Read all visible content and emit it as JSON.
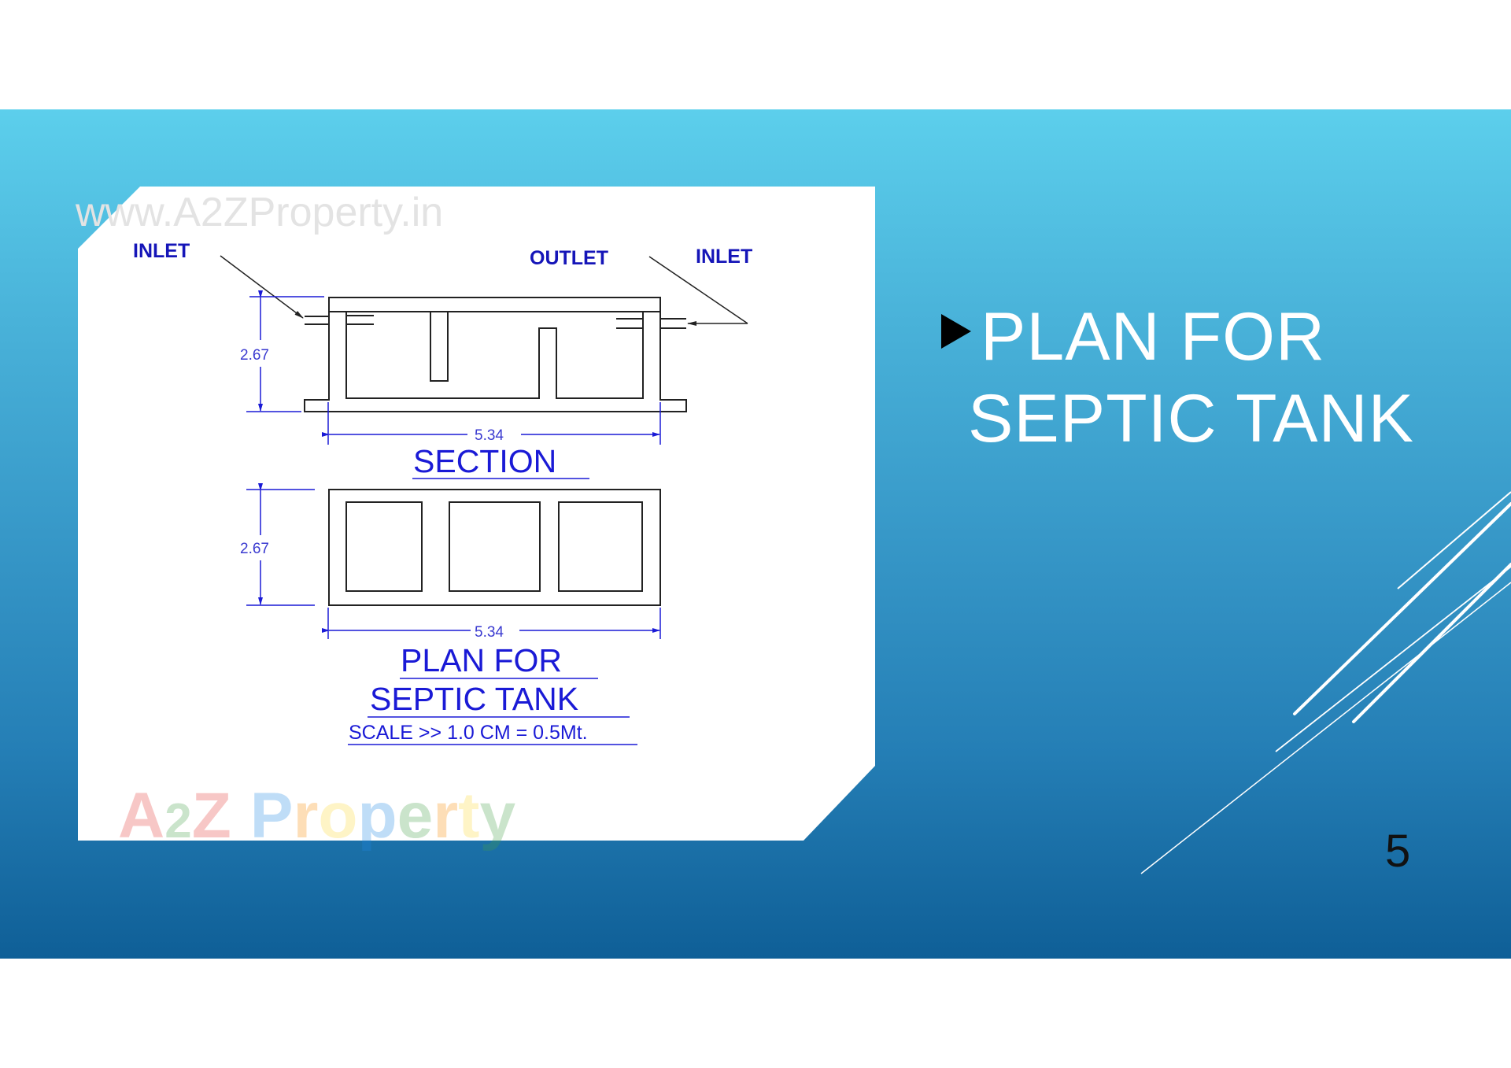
{
  "slide": {
    "number": "5",
    "title_line1": "PLAN FOR",
    "title_line2": "SEPTIC TANK",
    "bullet_icon": "triangle-bullet",
    "colors": {
      "band_top": "#5ccfec",
      "band_bottom": "#0f5f97",
      "title_text": "#ffffff",
      "drawing_blue": "#1a1ad6",
      "drawing_line": "#222222"
    }
  },
  "drawing": {
    "watermark_url": "www.A2ZProperty.in",
    "watermark_logo": [
      "A",
      "2",
      "Z",
      " ",
      "P",
      "r",
      "o",
      "p",
      "e",
      "r",
      "t",
      "y"
    ],
    "labels": {
      "inlet_left": "INLET",
      "outlet": "OUTLET",
      "inlet_right": "INLET"
    },
    "section": {
      "height_dim": "2.67",
      "width_dim": "5.34",
      "caption": "SECTION"
    },
    "plan": {
      "height_dim": "2.67",
      "width_dim": "5.34",
      "caption_line1": "PLAN FOR",
      "caption_line2": "SEPTIC TANK",
      "scale": "SCALE >> 1.0 CM = 0.5Mt."
    }
  }
}
